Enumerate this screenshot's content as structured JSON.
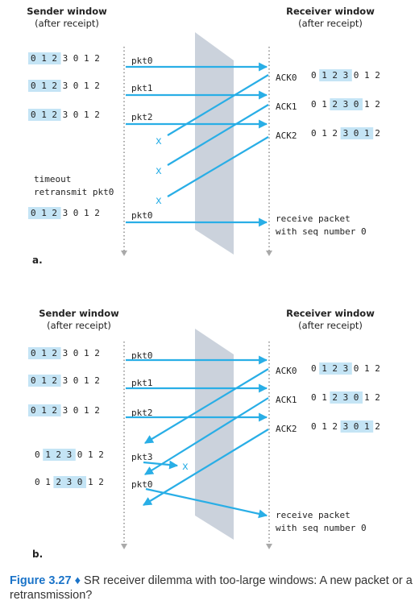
{
  "colors": {
    "arrow": "#29aee6",
    "highlight": "#c4e4f5",
    "wall": "#c2cad6",
    "dotted": "#a9a9a9",
    "text": "#222222",
    "caption_accent": "#1a73c8"
  },
  "seq": [
    "0",
    "1",
    "2",
    "3",
    "0",
    "1",
    "2"
  ],
  "panel_a": {
    "label": "a.",
    "sender_title": "Sender window",
    "sender_subtitle": "(after receipt)",
    "receiver_title": "Receiver window",
    "receiver_subtitle": "(after receipt)",
    "sender_windows": [
      {
        "highlight": [
          0,
          1,
          2
        ]
      },
      {
        "highlight": [
          0,
          1,
          2
        ]
      },
      {
        "highlight": [
          0,
          1,
          2
        ]
      },
      {
        "highlight": [
          0,
          1,
          2
        ]
      }
    ],
    "packets": [
      "pkt0",
      "pkt1",
      "pkt2",
      "pkt0"
    ],
    "acks": [
      "ACK0",
      "ACK1",
      "ACK2"
    ],
    "receiver_windows": [
      {
        "highlight": [
          1,
          2,
          3
        ]
      },
      {
        "highlight": [
          2,
          3,
          4
        ]
      },
      {
        "highlight": [
          3,
          4,
          5
        ]
      }
    ],
    "timeout_line1": "timeout",
    "timeout_line2": "retransmit pkt0",
    "receive_line1": "receive packet",
    "receive_line2": "with seq number 0",
    "lost_marker": "x"
  },
  "panel_b": {
    "label": "b.",
    "sender_title": "Sender window",
    "sender_subtitle": "(after receipt)",
    "receiver_title": "Receiver window",
    "receiver_subtitle": "(after receipt)",
    "sender_windows": [
      {
        "highlight": [
          0,
          1,
          2
        ]
      },
      {
        "highlight": [
          0,
          1,
          2
        ]
      },
      {
        "highlight": [
          0,
          1,
          2
        ]
      },
      {
        "highlight": [
          1,
          2,
          3
        ]
      },
      {
        "highlight": [
          2,
          3,
          4
        ]
      }
    ],
    "packets": [
      "pkt0",
      "pkt1",
      "pkt2",
      "pkt3",
      "pkt0"
    ],
    "acks": [
      "ACK0",
      "ACK1",
      "ACK2"
    ],
    "receiver_windows": [
      {
        "highlight": [
          1,
          2,
          3
        ]
      },
      {
        "highlight": [
          2,
          3,
          4
        ]
      },
      {
        "highlight": [
          3,
          4,
          5
        ]
      }
    ],
    "receive_line1": "receive packet",
    "receive_line2": "with seq number 0",
    "lost_marker": "x"
  },
  "caption": {
    "figure": "Figure 3.27",
    "separator": "♦",
    "text": "SR receiver dilemma with too-large windows: A new packet or a retransmission?"
  }
}
